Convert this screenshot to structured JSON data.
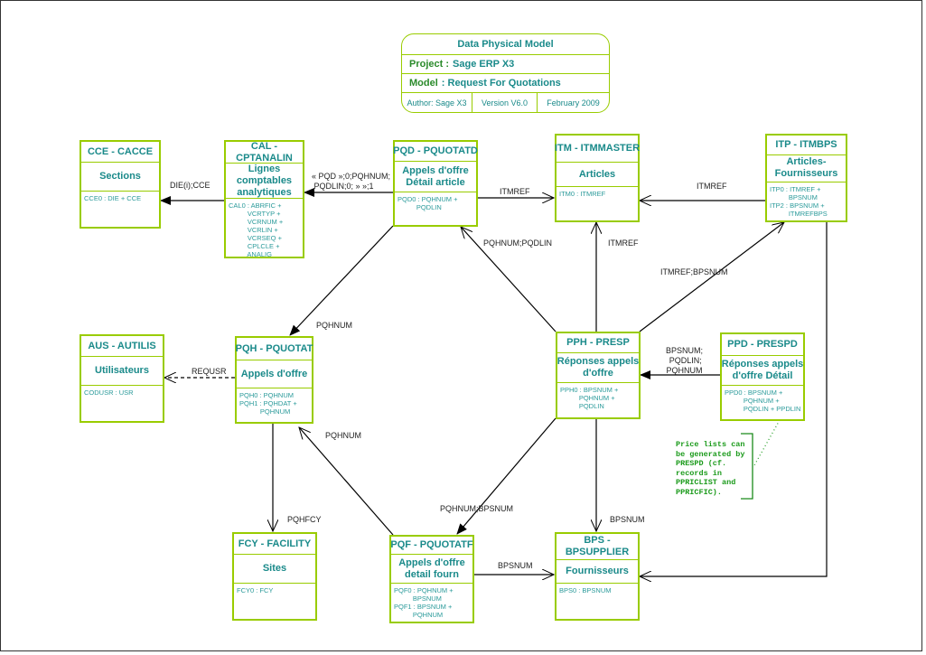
{
  "title_block": {
    "title": "Data Physical Model",
    "project_label": "Project :",
    "project": "Sage ERP X3",
    "model_label": "Model",
    "model": ": Request For Quotations",
    "author": "Author: Sage X3",
    "version": "Version V6.0",
    "date": "February 2009"
  },
  "entities": {
    "cce": {
      "header": "CCE - CACCE",
      "title": "Sections",
      "keys": "CCE0 : DIE + CCE"
    },
    "cal": {
      "header": "CAL -\nCPTANALIN",
      "title": "Lignes\ncomptables\nanalytiques",
      "keys": "CAL0 : ABRFIC +\n          VCRTYP +\n          VCRNUM +\n          VCRLIN +\n          VCRSEQ +\n          CPLCLE +\n          ANALIG"
    },
    "pqd": {
      "header": "PQD - PQUOTATD",
      "title": "Appels d'offre\nDétail article",
      "keys": "PQD0 : PQHNUM +\n          PQDLIN"
    },
    "itm": {
      "header": "ITM - ITMMASTER",
      "title": "Articles",
      "keys": "ITM0 : ITMREF"
    },
    "itp": {
      "header": "ITP - ITMBPS",
      "title": "Articles-\nFournisseurs",
      "keys": "ITP0 : ITMREF +\n          BPSNUM\nITP2 : BPSNUM +\n          ITMREFBPS"
    },
    "aus": {
      "header": "AUS - AUTILIS",
      "title": "Utilisateurs",
      "keys": "CODUSR : USR"
    },
    "pqh": {
      "header": "PQH - PQUOTAT",
      "title": "Appels d'offre",
      "keys": "PQH0 : PQHNUM\nPQH1 : PQHDAT +\n           PQHNUM"
    },
    "pph": {
      "header": "PPH - PRESP",
      "title": "Réponses appels\nd'offre",
      "keys": "PPH0 : BPSNUM +\n          PQHNUM +\n          PQDLIN"
    },
    "ppd": {
      "header": "PPD - PRESPD",
      "title": "Réponses appels\nd'offre Détail",
      "keys": "PPD0 : BPSNUM +\n          PQHNUM +\n          PQDLIN + PPDLIN"
    },
    "fcy": {
      "header": "FCY - FACILITY",
      "title": "Sites",
      "keys": "FCY0 : FCY"
    },
    "pqf": {
      "header": "PQF - PQUOTATF",
      "title": "Appels d'offre\ndetail fourn",
      "keys": "PQF0 : PQHNUM +\n          BPSNUM\nPQF1 : BPSNUM +\n          PQHNUM"
    },
    "bps": {
      "header": "BPS -\nBPSUPPLIER",
      "title": "Fournisseurs",
      "keys": "BPS0 : BPSNUM"
    }
  },
  "links": {
    "cal_cce": "DIE(i);CCE",
    "pqd_cal": "« PQD »;0;PQHNUM;\n PQDLIN;0; » »;1",
    "pqd_itm": "ITMREF",
    "itp_itm": "ITMREF",
    "pph_itm": "ITMREF",
    "pph_pqd": "PQHNUM;PQDLIN",
    "pph_itp": "ITMREF;BPSNUM",
    "pqd_pqh": "PQHNUM",
    "pqh_aus": "REQUSR",
    "ppd_pph": "BPSNUM;\n PQDLIN;\nPQHNUM",
    "pqh_fcy": "PQHFCY",
    "pqf_pqh": "PQHNUM",
    "pph_pqf": "PQHNUM;BPSNUM",
    "pph_bps": "BPSNUM",
    "pqf_bps": "BPSNUM"
  },
  "note": "Price lists can\nbe generated by\nPRESPD (cf.\nrecords in\nPPRICLIST and\nPPRICFIC).",
  "colors": {
    "border": "#99cc00",
    "text": "#1a8a8a",
    "note": "#1a9a1a"
  }
}
